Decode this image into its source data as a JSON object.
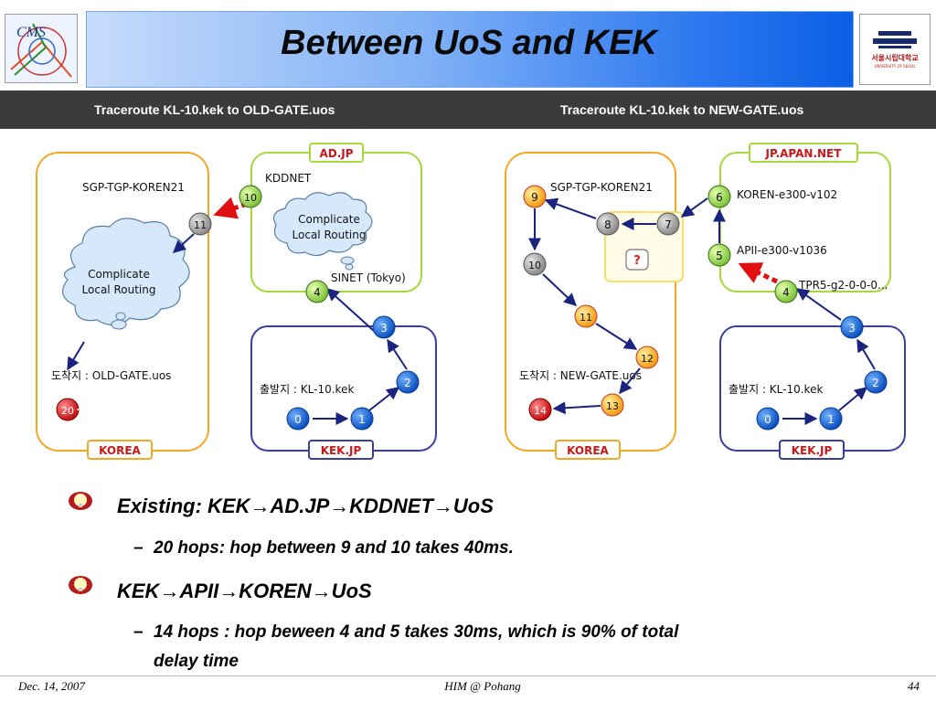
{
  "header": {
    "title": "Between UoS and KEK",
    "logos": [
      "CMS",
      "서울시립대학교",
      "UNIVERSITY OF SEOUL"
    ]
  },
  "subtitles": {
    "left": "Traceroute KL-10.kek to OLD-GATE.uos",
    "right": "Traceroute KL-10.kek to NEW-GATE.uos"
  },
  "left_diagram": {
    "regions": {
      "korea": "KOREA",
      "adjp": "AD.JP",
      "kekjp": "KEK.JP"
    },
    "labels": {
      "sgp": "SGP-TGP-KOREN21",
      "kddnet": "KDDNET",
      "cloud_small": [
        "Complicate",
        "Local Routing"
      ],
      "cloud_big": [
        "Complicate",
        "Local Routing"
      ],
      "sinet": "SINET (Tokyo)",
      "dest": "도착지 : OLD-GATE.uos",
      "src": "출발지 : KL-10.kek"
    },
    "nodes": [
      "0",
      "1",
      "2",
      "3",
      "4",
      "10",
      "11",
      "20"
    ]
  },
  "right_diagram": {
    "regions": {
      "korea": "KOREA",
      "apan": "JP.APAN.NET",
      "kekjp": "KEK.JP"
    },
    "labels": {
      "sgp": "SGP-TGP-KOREN21",
      "koren": "KOREN-e300-v102",
      "apii": "APII-e300-v1036",
      "tpr": "TPR5-g2-0-0-0...",
      "dest": "도착지 : NEW-GATE.uos",
      "src": "출발지 : KL-10.kek",
      "question": "?"
    },
    "nodes": [
      "0",
      "1",
      "2",
      "3",
      "4",
      "5",
      "6",
      "7",
      "8",
      "9",
      "10",
      "11",
      "12",
      "13",
      "14"
    ]
  },
  "bullets": [
    {
      "main": "Existing: KEK→AD.JP→KDDNET→UoS",
      "sub": [
        "20 hops: hop between 9 and 10 takes 40ms."
      ]
    },
    {
      "main": "KEK→APII→KOREN→UoS",
      "sub": [
        "14 hops :  hop beween 4 and 5 takes 30ms, which is 90% of total",
        "delay time"
      ]
    }
  ],
  "footer": {
    "date": "Dec. 14, 2007",
    "center": "HIM @ Pohang",
    "page": "44"
  },
  "colors": {
    "korea_box": "#f5a623",
    "japan_box": "#a6d83a",
    "kek_box": "#3a3f9e",
    "blue_node": "#1565d8",
    "green_node": "#8fd14f",
    "gray_node": "#9a9a9a",
    "orange_node": "#f5a41c",
    "red_node": "#d82020",
    "arrow": "#1a237e",
    "red_arrow": "#e01010"
  }
}
